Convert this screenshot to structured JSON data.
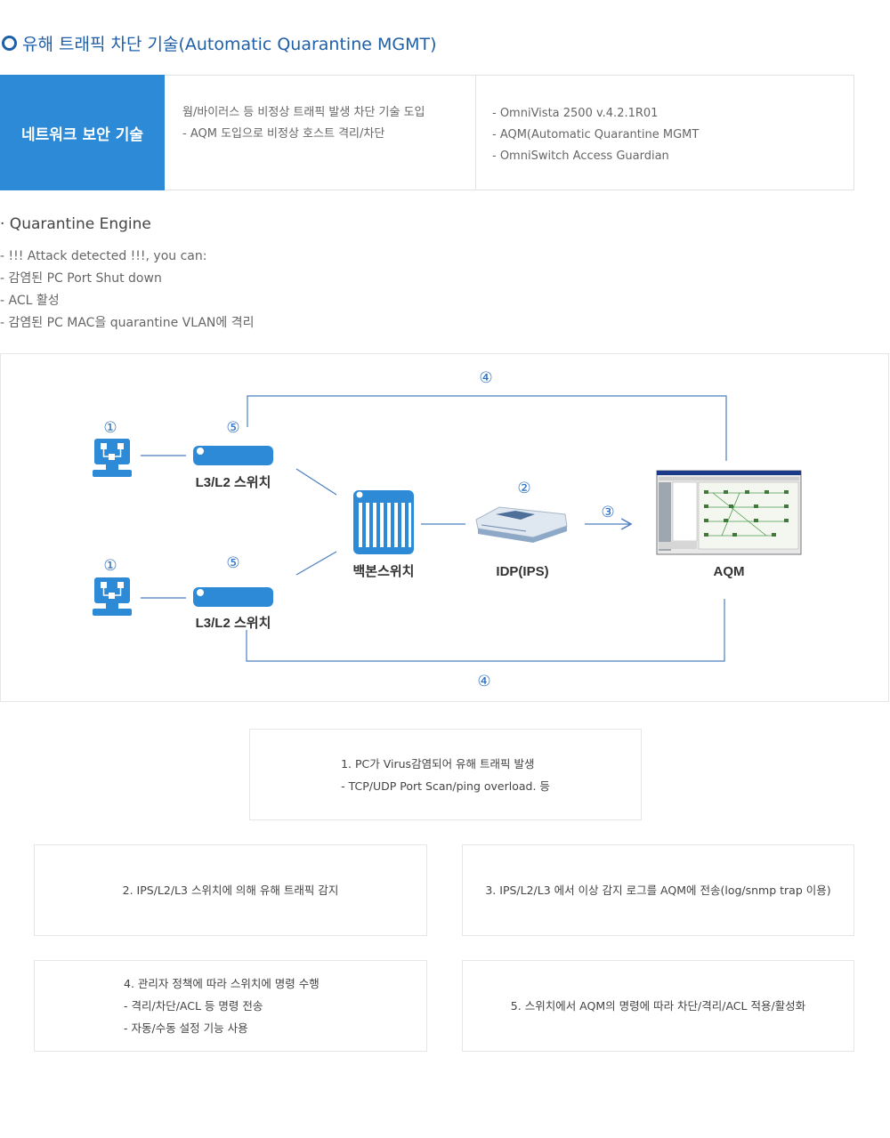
{
  "section_title": "유해 트래픽 차단 기술(Automatic Quarantine MGMT)",
  "tech_table": {
    "label": "네트워크 보안 기술",
    "col1": [
      "웜/바이러스 등 비정상 트래픽 발생 차단 기술 도입",
      "- AQM 도입으로 비정상 호스트 격리/차단"
    ],
    "col2": [
      "- OmniVista 2500 v.4.2.1R01",
      "- AQM(Automatic Quarantine MGMT",
      "- OmniSwitch Access Guardian"
    ]
  },
  "engine": {
    "title": "· Quarantine Engine",
    "lines": [
      "- !!! Attack  detected !!!, you can:",
      "- 감염된 PC Port Shut down",
      "- ACL 활성",
      "- 감염된 PC MAC을 quarantine VLAN에 격리"
    ]
  },
  "diagram": {
    "colors": {
      "accent": "#2d8ad6",
      "line": "#4a7fc1"
    },
    "nodes": {
      "switch_top": "L3/L2 스위치",
      "switch_bottom": "L3/L2 스위치",
      "backbone": "백본스위치",
      "idp": "IDP(IPS)",
      "aqm": "AQM"
    },
    "steps": {
      "s1": "①",
      "s2": "②",
      "s3": "③",
      "s4": "④",
      "s5": "⑤"
    },
    "icons": {
      "pc": "network-pc-icon",
      "switch": "switch-icon",
      "backbone": "backbone-switch-icon",
      "idp": "ips-device-icon",
      "aqm": "aqm-screen-icon"
    }
  },
  "notes": {
    "n1": [
      "1. PC가 Virus감염되어 유해 트래픽 발생",
      "- TCP/UDP Port Scan/ping overload. 등"
    ],
    "n2": [
      "2. IPS/L2/L3 스위치에 의해 유해 트래픽 감지"
    ],
    "n3": [
      "3. IPS/L2/L3 에서 이상 감지 로그를 AQM에 전송(log/snmp trap 이용)"
    ],
    "n4": [
      "4. 관리자 정책에 따라 스위치에 명령 수행",
      "- 격리/차단/ACL 등 명령 전송",
      "- 자동/수동 설정 기능 사용"
    ],
    "n5": [
      "5. 스위치에서 AQM의 명령에 따라 차단/격리/ACL 적용/활성화"
    ]
  }
}
